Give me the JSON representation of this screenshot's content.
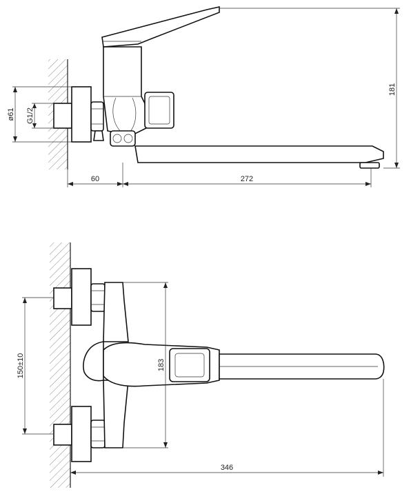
{
  "dimensions": {
    "top_height": "181",
    "wall_offset": "60",
    "spout_reach": "272",
    "flange_diameter": "ø61",
    "thread": "G1/2",
    "center_spacing": "150±10",
    "body_height": "183",
    "total_length": "346"
  }
}
